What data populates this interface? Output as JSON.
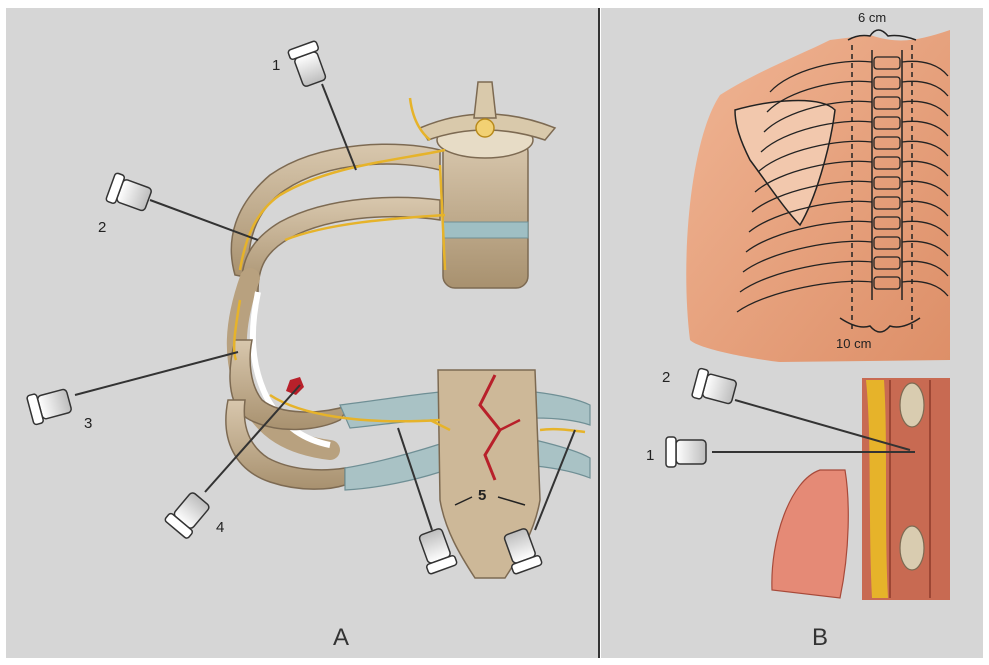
{
  "panel_a": {
    "title": "A",
    "needle_labels": [
      "1",
      "2",
      "3",
      "4",
      "5"
    ]
  },
  "panel_b": {
    "title": "B",
    "needle_labels": [
      "2",
      "1"
    ],
    "top_measure": "6 cm",
    "bottom_measure": "10 cm"
  },
  "colors": {
    "background": "#d6d6d6",
    "bone": "#c9b59a",
    "cartilage": "#a9c2c5",
    "nerve": "#e6b32a",
    "skin": "#e9a27e",
    "blood": "#b8202a"
  }
}
